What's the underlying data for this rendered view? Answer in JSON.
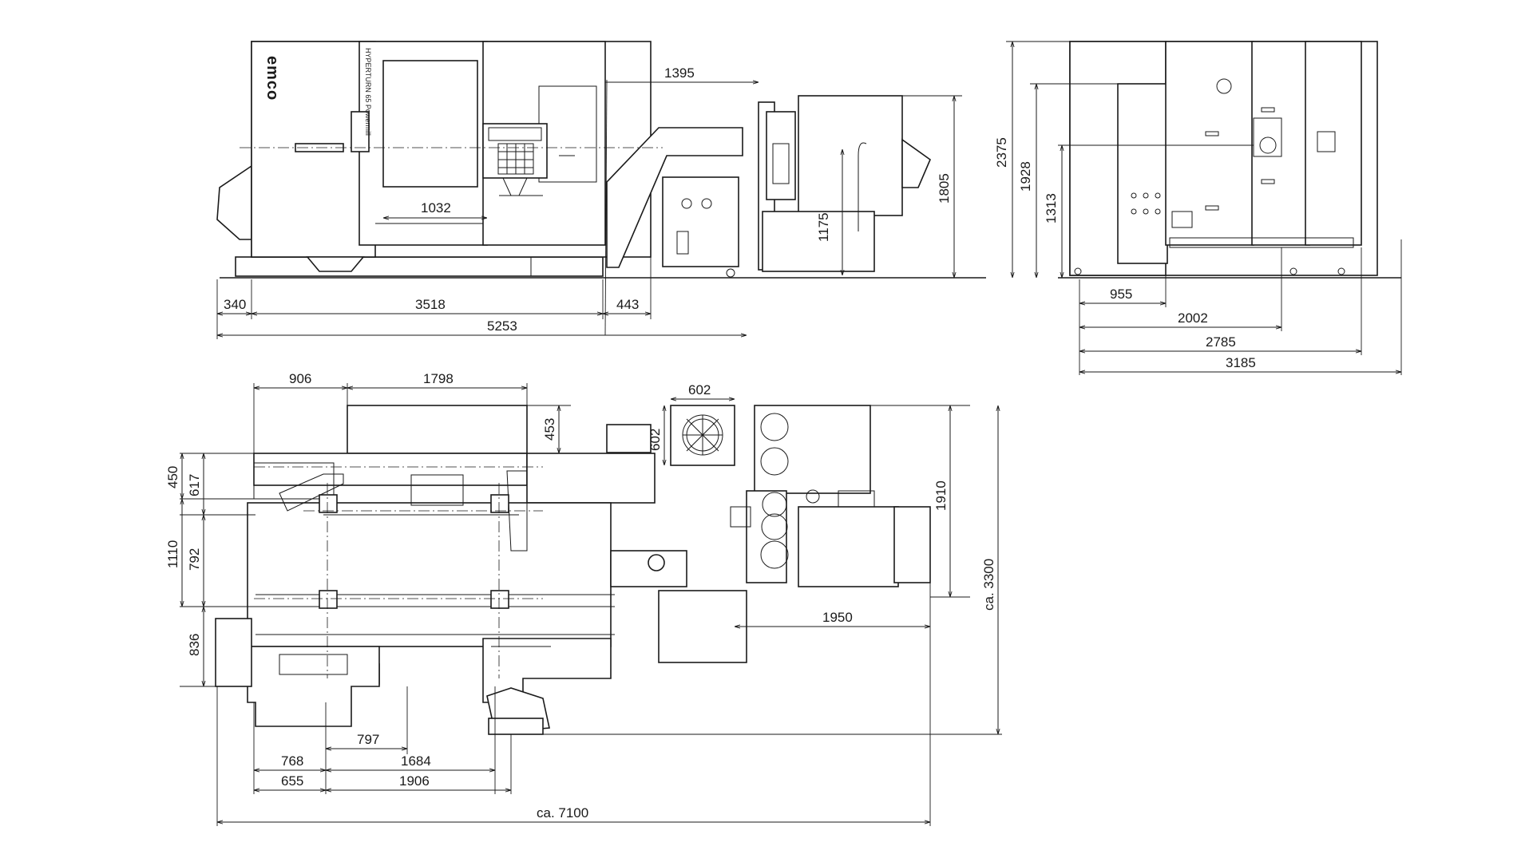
{
  "brand": {
    "logo": "emco",
    "model": "HYPERTURN 65 Powermill"
  },
  "dimensions": {
    "front_view": {
      "width_1395": "1395",
      "width_1032": "1032",
      "height_1805": "1805",
      "height_1175": "1175",
      "base_340": "340",
      "base_3518": "3518",
      "base_443": "443",
      "total_5253": "5253"
    },
    "side_view": {
      "height_2375": "2375",
      "height_1928": "1928",
      "height_1313": "1313",
      "depth_955": "955",
      "depth_2002": "2002",
      "depth_2785": "2785",
      "depth_3185": "3185"
    },
    "top_view": {
      "top_906": "906",
      "top_1798": "1798",
      "top_453": "453",
      "fan_602_w": "602",
      "fan_602_h": "602",
      "left_450": "450",
      "left_617": "617",
      "left_1110": "1110",
      "left_792": "792",
      "left_836": "836",
      "right_1910": "1910",
      "right_1950": "1950",
      "right_3300": "ca. 3300",
      "bottom_797": "797",
      "bottom_768": "768",
      "bottom_1684": "1684",
      "bottom_655": "655",
      "bottom_1906": "1906",
      "total_7100": "ca. 7100"
    }
  }
}
